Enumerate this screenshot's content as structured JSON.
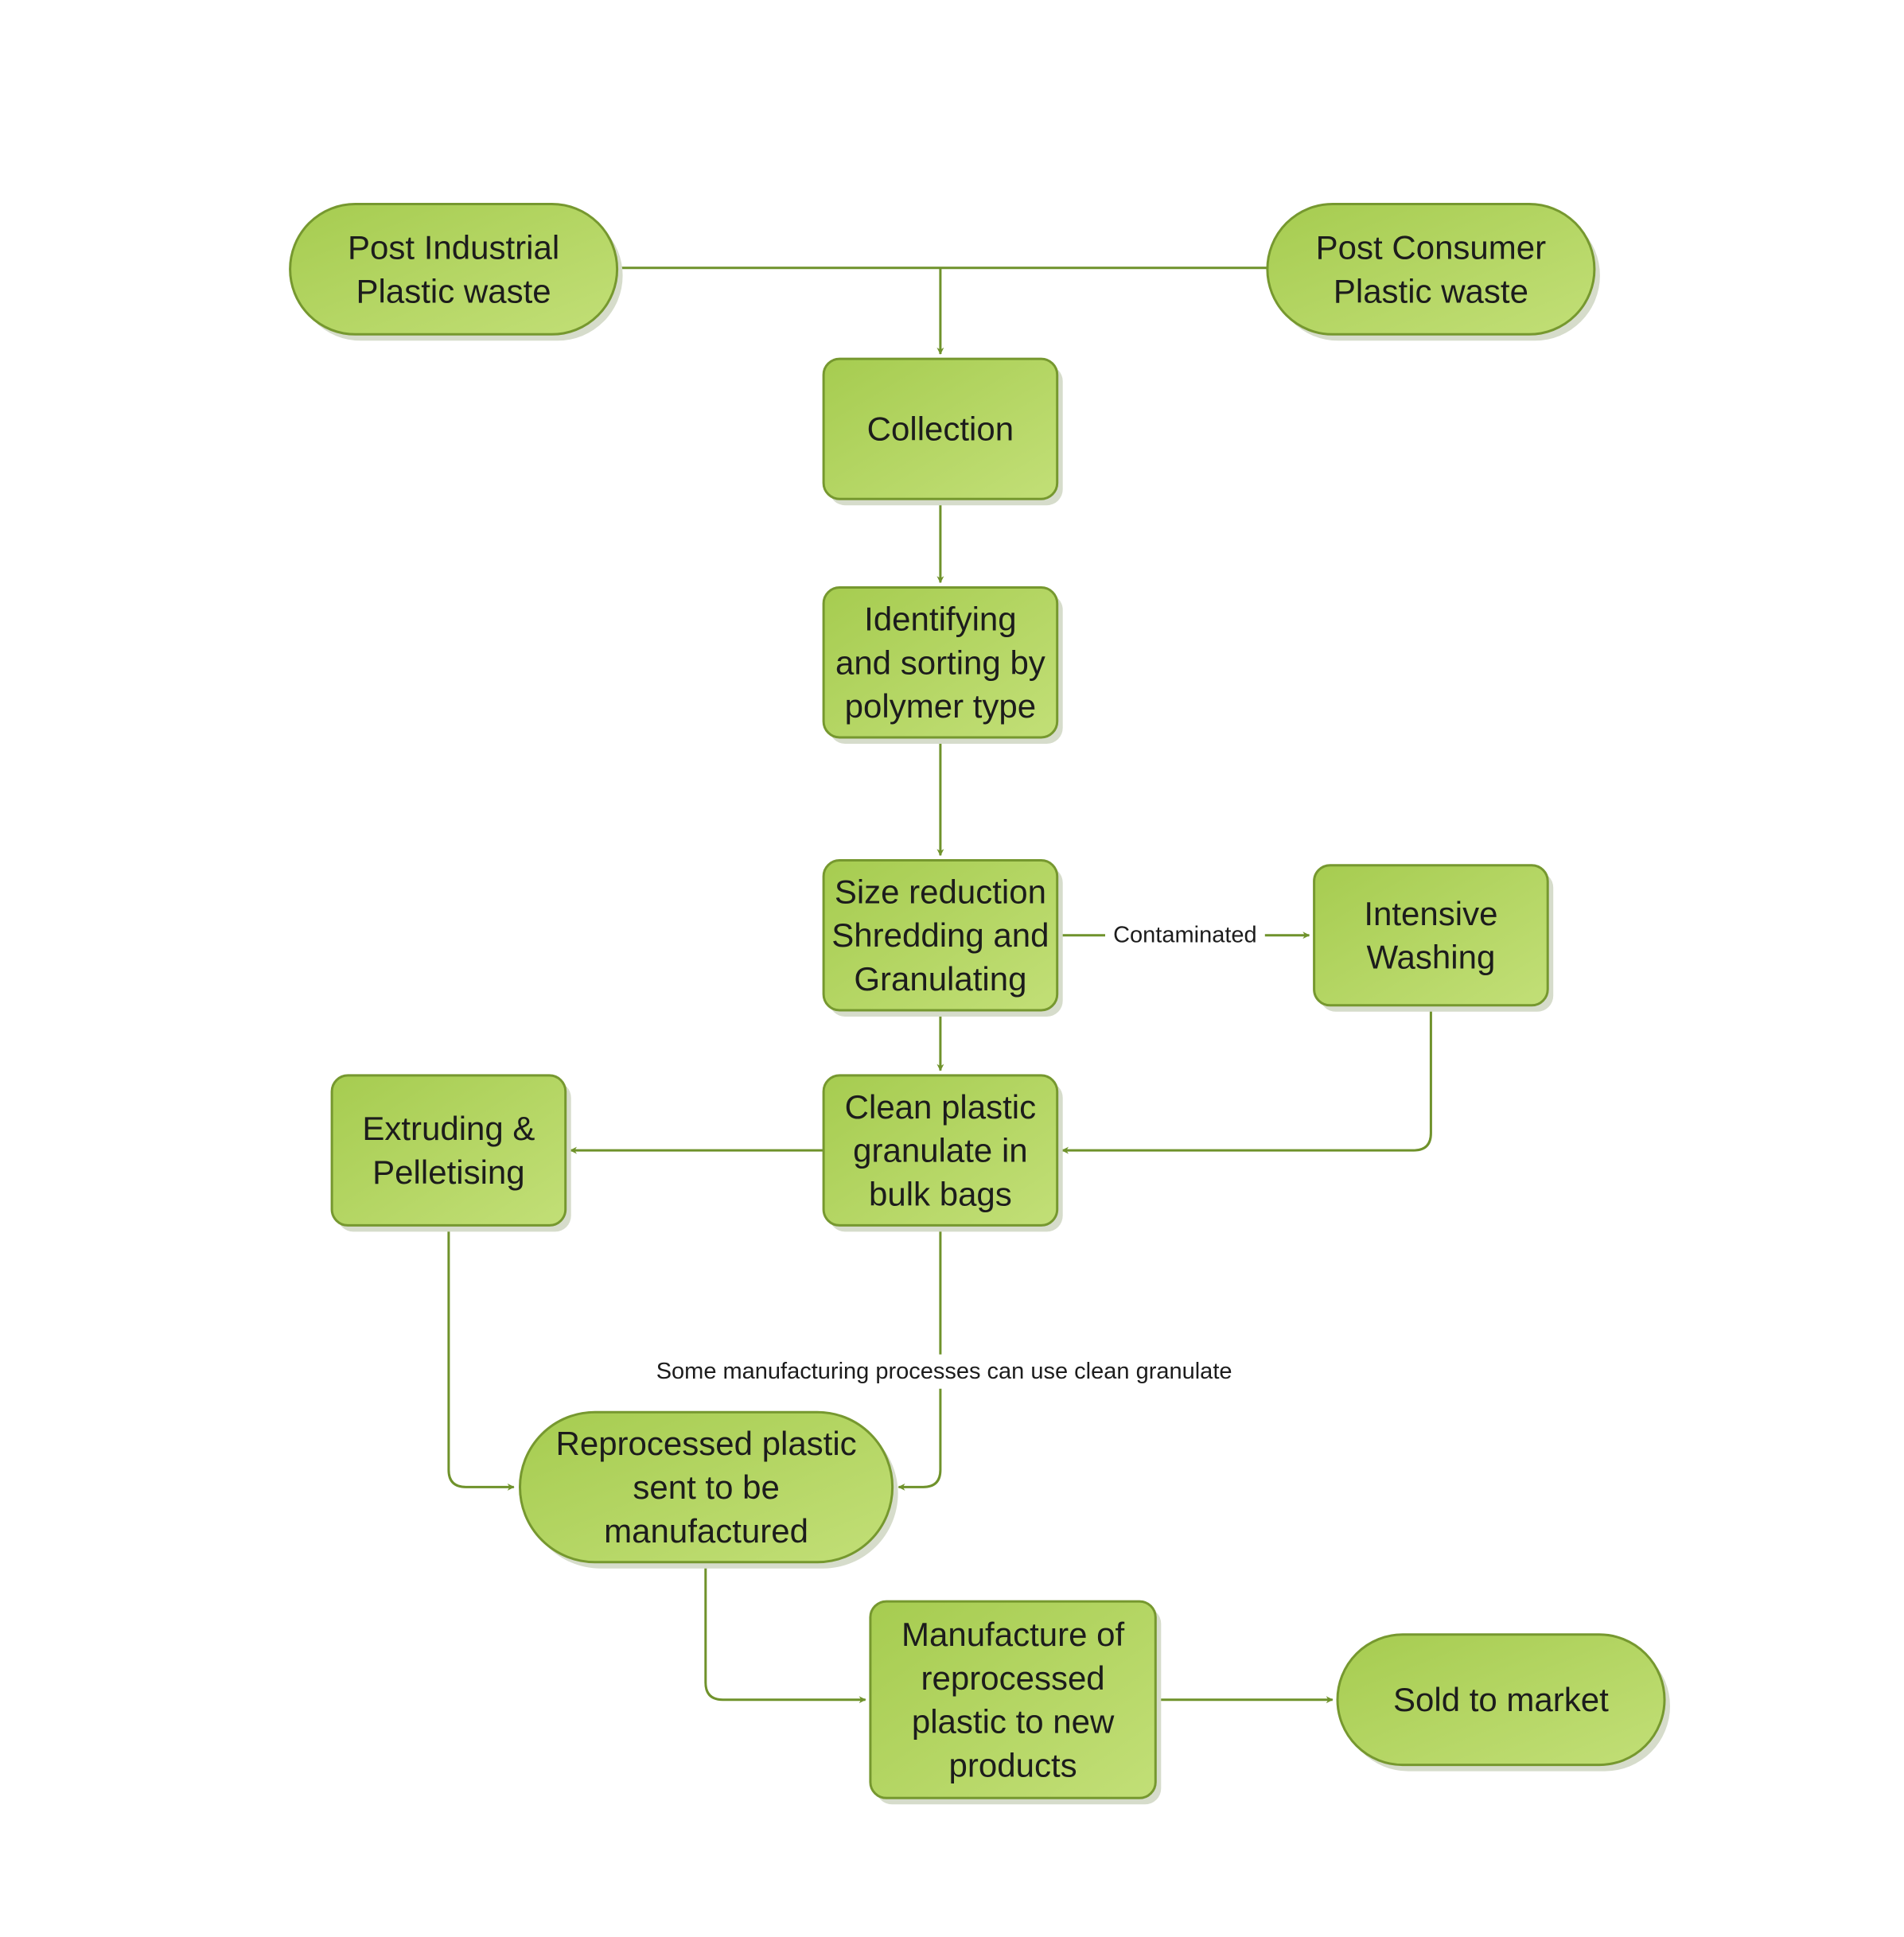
{
  "diagram": {
    "colors": {
      "node_fill_light": "#c2df77",
      "node_fill_dark": "#a6cc50",
      "node_stroke": "#76982f",
      "connector": "#6f922b",
      "shadow": "#d6dccb",
      "text": "#1c1c1c"
    },
    "nodes": {
      "post_industrial": {
        "shape": "terminator",
        "lines": [
          "Post Industrial",
          "Plastic waste"
        ]
      },
      "post_consumer": {
        "shape": "terminator",
        "lines": [
          "Post Consumer",
          "Plastic waste"
        ]
      },
      "collection": {
        "shape": "process",
        "lines": [
          "Collection"
        ]
      },
      "identifying": {
        "shape": "process",
        "lines": [
          "Identifying",
          "and sorting by",
          "polymer type"
        ]
      },
      "size_reduction": {
        "shape": "process",
        "lines": [
          "Size reduction",
          "Shredding and",
          "Granulating"
        ]
      },
      "intensive_washing": {
        "shape": "process",
        "lines": [
          "Intensive",
          "Washing"
        ]
      },
      "clean_granulate": {
        "shape": "process",
        "lines": [
          "Clean plastic",
          "granulate in",
          "bulk bags"
        ]
      },
      "extruding": {
        "shape": "process",
        "lines": [
          "Extruding &",
          "Pelletising"
        ]
      },
      "reprocessed": {
        "shape": "terminator",
        "lines": [
          "Reprocessed plastic",
          "sent to be",
          "manufactured"
        ]
      },
      "manufacture": {
        "shape": "process",
        "lines": [
          "Manufacture of",
          "reprocessed",
          "plastic to new",
          "products"
        ]
      },
      "sold": {
        "shape": "terminator",
        "lines": [
          "Sold to market"
        ]
      }
    },
    "edges": [
      {
        "from": "post_industrial",
        "to": "collection",
        "label": ""
      },
      {
        "from": "post_consumer",
        "to": "collection",
        "label": ""
      },
      {
        "from": "collection",
        "to": "identifying",
        "label": ""
      },
      {
        "from": "identifying",
        "to": "size_reduction",
        "label": ""
      },
      {
        "from": "size_reduction",
        "to": "intensive_washing",
        "label": "Contaminated"
      },
      {
        "from": "size_reduction",
        "to": "clean_granulate",
        "label": ""
      },
      {
        "from": "intensive_washing",
        "to": "clean_granulate",
        "label": ""
      },
      {
        "from": "clean_granulate",
        "to": "extruding",
        "label": ""
      },
      {
        "from": "clean_granulate",
        "to": "reprocessed",
        "label": "Some manufacturing processes can use clean granulate"
      },
      {
        "from": "extruding",
        "to": "reprocessed",
        "label": ""
      },
      {
        "from": "reprocessed",
        "to": "manufacture",
        "label": ""
      },
      {
        "from": "manufacture",
        "to": "sold",
        "label": ""
      }
    ]
  }
}
